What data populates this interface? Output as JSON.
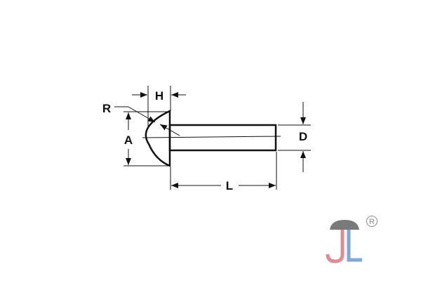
{
  "diagram": {
    "labels": {
      "head_height": "H",
      "head_radius": "R",
      "head_diameter": "A",
      "shank_diameter": "D",
      "length": "L"
    }
  },
  "logo": {
    "text": "JL",
    "registered_mark": "®",
    "colors": {
      "dome": "#7a7a7a",
      "j": "#e08a92",
      "l": "#7fa8d6"
    }
  }
}
